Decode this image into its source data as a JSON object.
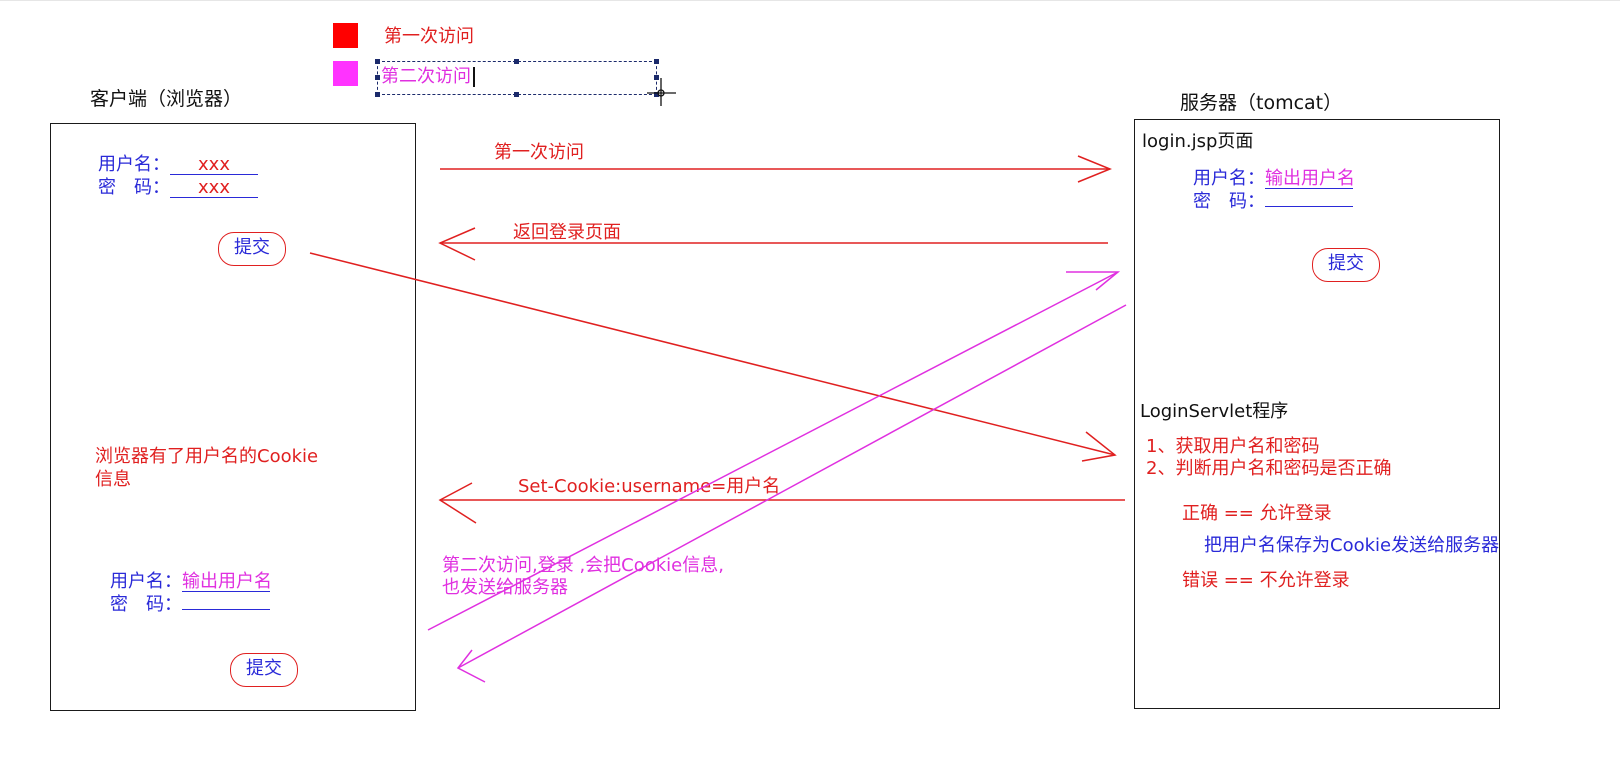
{
  "legend": {
    "first": {
      "label": "第一次访问",
      "color": "#ff0000"
    },
    "second": {
      "label": "第二次访问",
      "color": "#ff33ff"
    }
  },
  "client": {
    "title": "客户端（浏览器）",
    "form1": {
      "username_label": "用户名：",
      "username_value": "xxx",
      "password_label": "密　码：",
      "password_value": "xxx",
      "submit": "提交"
    },
    "cookie_note_line1": "浏览器有了用户名的Cookie",
    "cookie_note_line2": "信息",
    "form2": {
      "username_label": "用户名：",
      "username_value": "输出用户名",
      "password_label": "密　码：",
      "password_value": "",
      "submit": "提交"
    }
  },
  "server": {
    "title": "服务器（tomcat）",
    "login_page_title": "login.jsp页面",
    "login_form": {
      "username_label": "用户名：",
      "username_value": "输出用户名",
      "password_label": "密　码：",
      "password_value": "",
      "submit": "提交"
    },
    "servlet_title": "LoginServlet程序",
    "step1": "1、获取用户名和密码",
    "step2": "2、判断用户名和密码是否正确",
    "correct": "正确 == 允许登录",
    "save_cookie": "把用户名保存为Cookie发送给服务器",
    "wrong": "错误 == 不允许登录"
  },
  "arrows": {
    "first_visit": "第一次访问",
    "return_login": "返回登录页面",
    "set_cookie": "Set-Cookie:username=用户名",
    "second_visit_line1": "第二次访问,登录 ,会把Cookie信息,",
    "second_visit_line2": "也发送给服务器"
  },
  "colors": {
    "red": "#e02020",
    "blue": "#2a2ad8",
    "magenta": "#e030e0",
    "black": "#111111"
  }
}
